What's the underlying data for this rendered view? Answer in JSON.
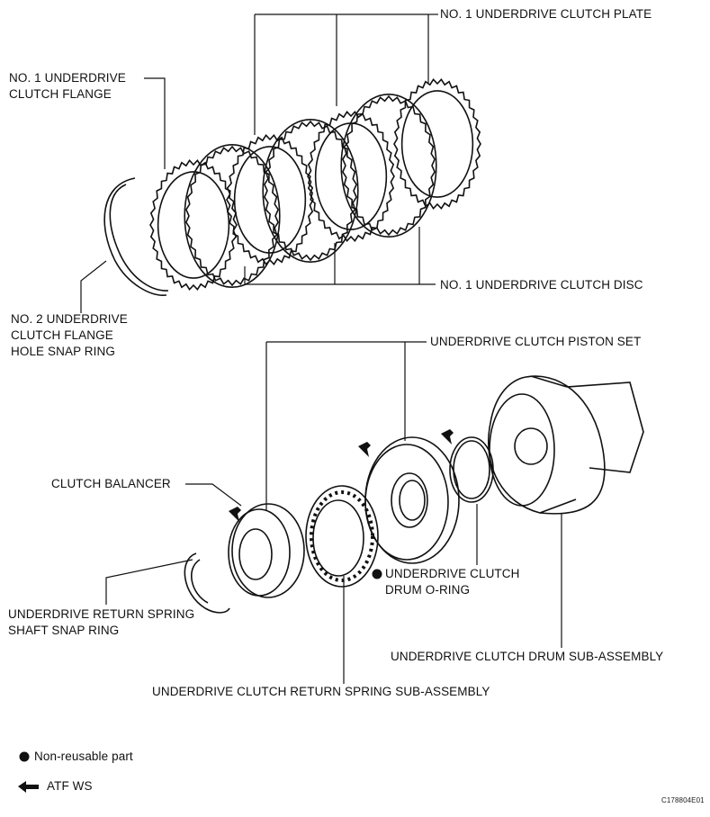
{
  "labels": {
    "clutch_plate": "NO. 1 UNDERDRIVE CLUTCH PLATE",
    "flange_line1": "NO. 1 UNDERDRIVE",
    "flange_line2": "CLUTCH FLANGE",
    "clutch_disc": "NO. 1 UNDERDRIVE CLUTCH DISC",
    "snap_ring_line1": "NO. 2 UNDERDRIVE",
    "snap_ring_line2": "CLUTCH FLANGE",
    "snap_ring_line3": "HOLE SNAP RING",
    "piston_set": "UNDERDRIVE CLUTCH PISTON SET",
    "balancer": "CLUTCH BALANCER",
    "oring_line1": "UNDERDRIVE CLUTCH",
    "oring_line2": "DRUM O-RING",
    "return_snap_line1": "UNDERDRIVE RETURN SPRING",
    "return_snap_line2": "SHAFT SNAP RING",
    "drum_sub": "UNDERDRIVE CLUTCH DRUM SUB-ASSEMBLY",
    "return_spring_sub": "UNDERDRIVE CLUTCH RETURN SPRING SUB-ASSEMBLY"
  },
  "legend": {
    "non_reusable": "Non-reusable part",
    "atf": "ATF WS"
  },
  "figure_code": "C178804E01"
}
